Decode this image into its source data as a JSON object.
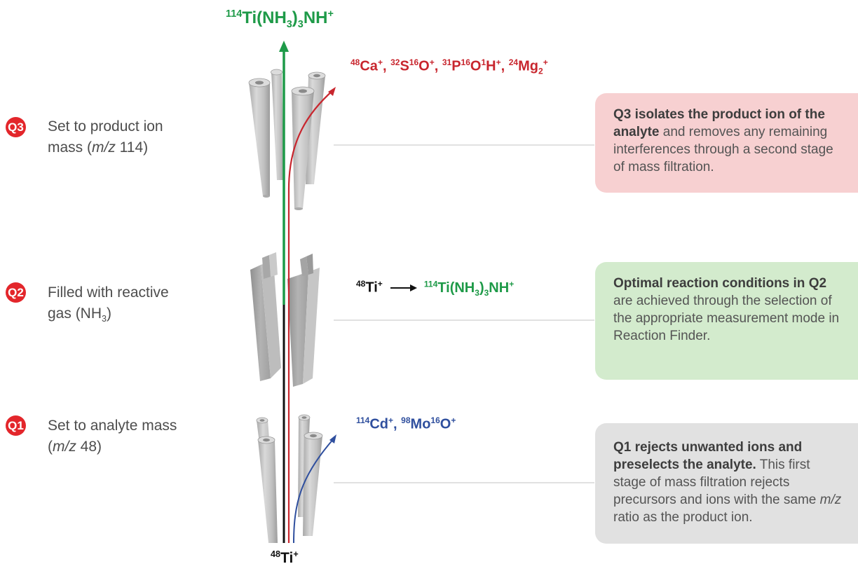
{
  "colors": {
    "badge": "#e3262b",
    "green": "#1e9a48",
    "red": "#c8262e",
    "blue": "#2f4f9e",
    "black": "#111111",
    "rod": "#c4c4c4",
    "q3_box": "#f7d0d1",
    "q2_box": "#d3ebcd",
    "q1_box": "#e1e1e1"
  },
  "top_ion": {
    "mass": "114",
    "formula_a": "Ti(NH",
    "sub": "3",
    "formula_b": ")",
    "sub2": "3",
    "formula_c": "NH",
    "charge": "+"
  },
  "bottom_ion": {
    "mass": "48",
    "element": "Ti",
    "charge": "+"
  },
  "stages": [
    {
      "badge": "Q3",
      "line1": "Set to product ion",
      "line2_pre": "mass (",
      "line2_ital": "m/z",
      "line2_post": " 114)"
    },
    {
      "badge": "Q2",
      "line1": "Filled with reactive",
      "line2_pre": "gas (NH",
      "line2_sub": "3",
      "line2_post": ")"
    },
    {
      "badge": "Q1",
      "line1": "Set to analyte mass",
      "line2_pre": "(",
      "line2_ital": "m/z",
      "line2_post": " 48)"
    }
  ],
  "q3_interferences": {
    "m1": "48",
    "e1": "Ca",
    "m2": "32",
    "e2": "S",
    "m3": "16",
    "e3": "O",
    "m4": "31",
    "e4": "P",
    "m5": "16",
    "e5": "O",
    "m6": "1",
    "e6": "H",
    "m7": "24",
    "e7": "Mg",
    "sub7": "2",
    "charge": "+",
    "sep": ", "
  },
  "q2_reaction": {
    "reactant_mass": "48",
    "reactant": "Ti",
    "product_mass": "114",
    "product_a": "Ti(NH",
    "product_sub": "3",
    "product_b": ")",
    "product_sub2": "3",
    "product_c": "NH",
    "charge": "+"
  },
  "q1_interferences": {
    "m1": "114",
    "e1": "Cd",
    "m2": "98",
    "e2": "Mo",
    "m3": "16",
    "e3": "O",
    "charge": "+",
    "sep": ", "
  },
  "callouts": {
    "q3": {
      "bold": "Q3 isolates the product ion of the analyte",
      "rest": " and removes any remaining interferences through a second stage of mass filtration."
    },
    "q2": {
      "bold": "Optimal reaction conditions in Q2",
      "rest": " are achieved through the selection of the appropriate measurement mode in Reaction Finder."
    },
    "q1": {
      "bold": "Q1 rejects unwanted ions and preselects the analyte.",
      "rest1": " This first stage of mass filtration rejects precursors and ions with the same ",
      "ital": "m/z",
      "rest2": " ratio as the product ion."
    }
  }
}
